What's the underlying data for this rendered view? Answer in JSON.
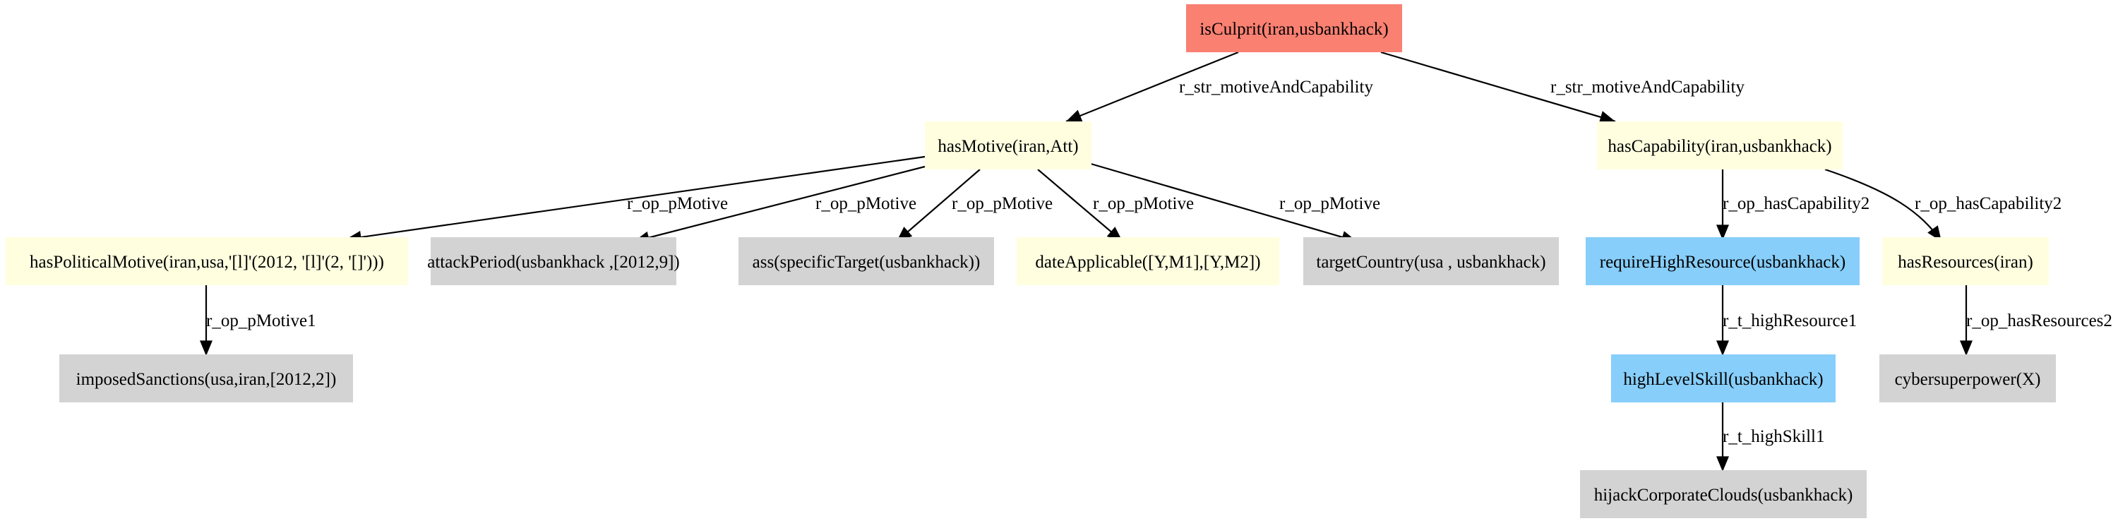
{
  "colors": {
    "root": "#FA8072",
    "motive": "#FFFFE0",
    "fact": "#D3D3D3",
    "rule": "#87CEFA"
  },
  "nodes": {
    "root": "isCulprit(iran,usbankhack)",
    "hasMotive": "hasMotive(iran,Att)",
    "hasCapability": "hasCapability(iran,usbankhack)",
    "hasPoliticalMotive": "hasPoliticalMotive(iran,usa,'[l]'(2012, '[l]'(2, '[]')))",
    "attackPeriod": "attackPeriod(usbankhack ,[2012,9])",
    "ass": "ass(specificTarget(usbankhack))",
    "dateApplicable": "dateApplicable([Y,M1],[Y,M2])",
    "targetCountry": "targetCountry(usa , usbankhack)",
    "requireHighResource": "requireHighResource(usbankhack)",
    "hasResources": "hasResources(iran)",
    "imposedSanctions": "imposedSanctions(usa,iran,[2012,2])",
    "highLevelSkill": "highLevelSkill(usbankhack)",
    "cybersuperpower": "cybersuperpower(X)",
    "hijackCorporateClouds": "hijackCorporateClouds(usbankhack)"
  },
  "edges": {
    "root_motive": "r_str_motiveAndCapability",
    "root_capability": "r_str_motiveAndCapability",
    "motive_political": "r_op_pMotive",
    "motive_attackPeriod": "r_op_pMotive",
    "motive_ass": "r_op_pMotive",
    "motive_date": "r_op_pMotive",
    "motive_target": "r_op_pMotive",
    "political_sanctions": "r_op_pMotive1",
    "capability_require": "r_op_hasCapability2",
    "capability_resources": "r_op_hasCapability2",
    "require_skill": "r_t_highResource1",
    "resources_cyber": "r_op_hasResources2",
    "skill_hijack": "r_t_highSkill1"
  }
}
